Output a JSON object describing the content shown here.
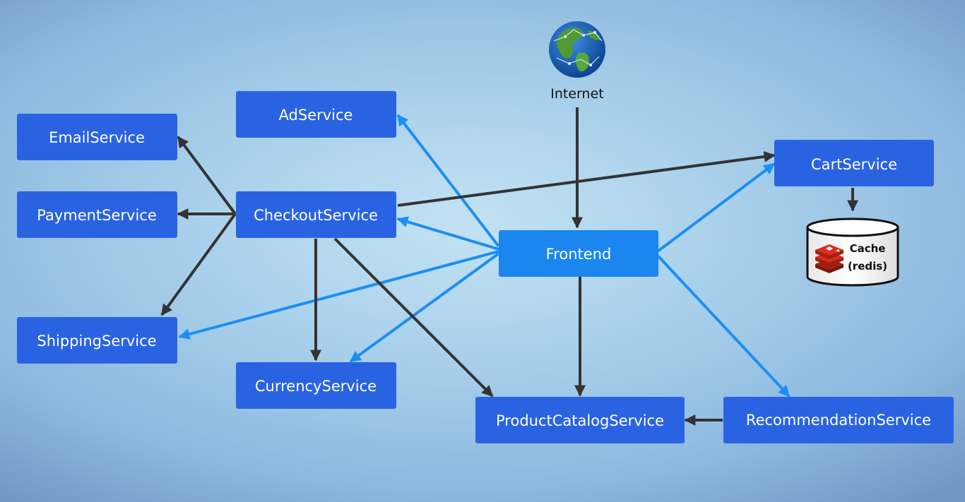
{
  "internet": {
    "label": "Internet",
    "icon": "globe-icon"
  },
  "services": {
    "ad": "AdService",
    "email": "EmailService",
    "payment": "PaymentService",
    "checkout": "CheckoutService",
    "shipping": "ShippingService",
    "currency": "CurrencyService",
    "frontend": "Frontend",
    "product_catalog": "ProductCatalogService",
    "recommendation": "RecommendationService",
    "cart": "CartService"
  },
  "cache": {
    "line1": "Cache",
    "line2": "(redis)",
    "icon": "redis-icon"
  },
  "colors": {
    "box": "#2a63e2",
    "frontend_box": "#1a86ee",
    "frontend_edge": "#1c8ff2",
    "backend_edge": "#333333"
  },
  "connections": [
    {
      "from": "Internet",
      "to": "Frontend",
      "kind": "backend"
    },
    {
      "from": "Frontend",
      "to": "AdService",
      "kind": "frontend"
    },
    {
      "from": "Frontend",
      "to": "CheckoutService",
      "kind": "frontend"
    },
    {
      "from": "Frontend",
      "to": "ShippingService",
      "kind": "frontend"
    },
    {
      "from": "Frontend",
      "to": "CurrencyService",
      "kind": "frontend"
    },
    {
      "from": "Frontend",
      "to": "CartService",
      "kind": "frontend"
    },
    {
      "from": "Frontend",
      "to": "RecommendationService",
      "kind": "frontend"
    },
    {
      "from": "Frontend",
      "to": "ProductCatalogService",
      "kind": "backend"
    },
    {
      "from": "CheckoutService",
      "to": "EmailService",
      "kind": "backend"
    },
    {
      "from": "CheckoutService",
      "to": "PaymentService",
      "kind": "backend"
    },
    {
      "from": "CheckoutService",
      "to": "ShippingService",
      "kind": "backend"
    },
    {
      "from": "CheckoutService",
      "to": "CurrencyService",
      "kind": "backend"
    },
    {
      "from": "CheckoutService",
      "to": "ProductCatalogService",
      "kind": "backend"
    },
    {
      "from": "CheckoutService",
      "to": "CartService",
      "kind": "backend"
    },
    {
      "from": "RecommendationService",
      "to": "ProductCatalogService",
      "kind": "backend"
    },
    {
      "from": "CartService",
      "to": "Cache (redis)",
      "kind": "backend"
    }
  ]
}
